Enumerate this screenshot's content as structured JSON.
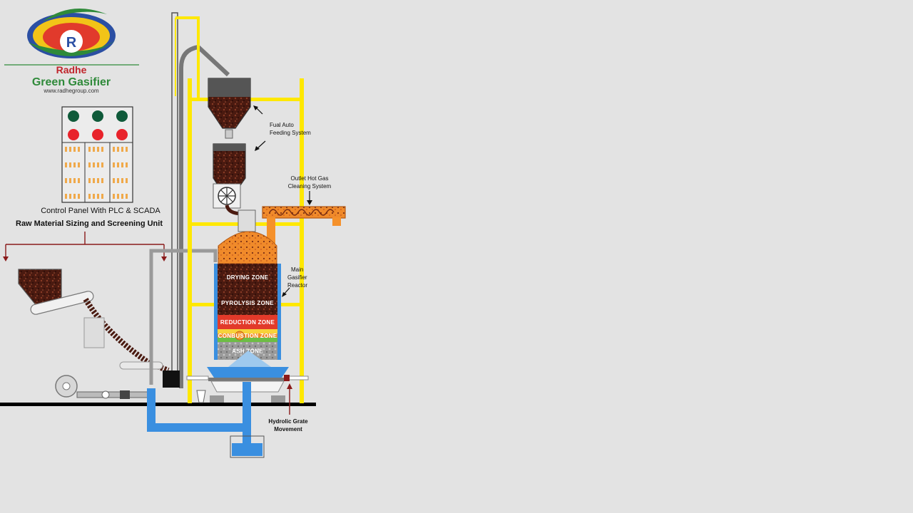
{
  "brand": {
    "name_line1": "Radhe",
    "name_line2": "Green Gasifier",
    "website": "www.radhegroup.com",
    "logo_letter": "R",
    "colors": {
      "red": "#c0242b",
      "green": "#2f8a3a",
      "blue": "#2b4fa3",
      "yellow": "#f2c418"
    }
  },
  "labels": {
    "control_panel": "Control Panel With PLC & SCADA",
    "raw_material": "Raw Material Sizing and Screening Unit",
    "fuel_feeding_line1": "Fual Auto",
    "fuel_feeding_line2": "Feeding System",
    "outlet_line1": "Outlet Hot Gas",
    "outlet_line2": "Cleaning System",
    "reactor_line1": "Main",
    "reactor_line2": "Gasifier",
    "reactor_line3": "Reactor",
    "grate_line1": "Hydrolic Grate",
    "grate_line2": "Movement"
  },
  "zones": [
    {
      "name": "DRYING ZONE",
      "color": "#5a1f12"
    },
    {
      "name": "PYROLYSIS ZONE",
      "color": "#3d140c"
    },
    {
      "name": "REDUCTION ZONE",
      "color": "#e23b2a"
    },
    {
      "name": "CONBUSTION ZONE",
      "color": "#f08c2a"
    },
    {
      "name": "ASH ZONE",
      "color": "#9c9c9c"
    }
  ],
  "control_panel": {
    "indicator_rows": [
      {
        "color": "#0f5a3a",
        "state": "green"
      },
      {
        "color": "#e8232b",
        "state": "red"
      }
    ],
    "indicator_count_per_row": 3
  },
  "colors": {
    "frame_yellow": "#ffe800",
    "water_blue": "#3a8fe0",
    "pipe_orange": "#f5912b",
    "pipe_grey": "#8c8c8c",
    "ground": "#000000"
  }
}
